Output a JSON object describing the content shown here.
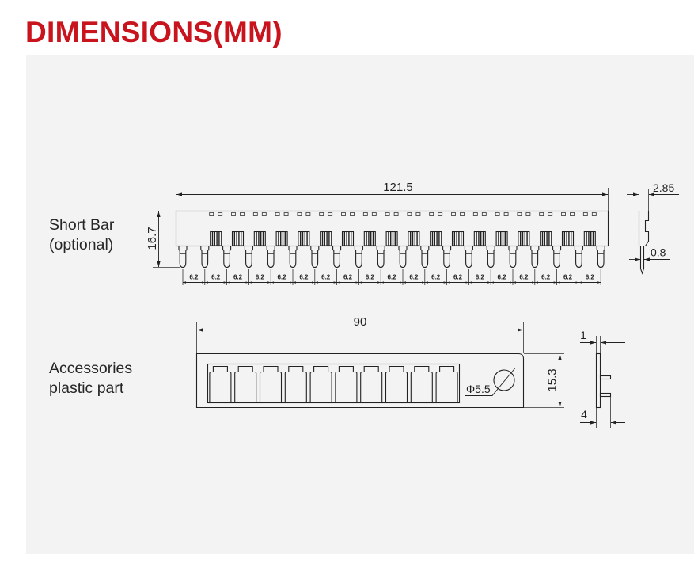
{
  "title": "DIMENSIONS(MM)",
  "colors": {
    "title": "#c9141e",
    "panel": "#f3f3f3",
    "line": "#222222"
  },
  "short_bar": {
    "label_line1": "Short Bar",
    "label_line2": "(optional)",
    "length": "121.5",
    "height": "16.7",
    "pitch_labels": [
      "6.2",
      "6.2",
      "6.2",
      "6.2",
      "6.2",
      "6.2",
      "6.2",
      "6.2",
      "6.2",
      "6.2",
      "6.2",
      "6.2",
      "6.2",
      "6.2",
      "6.2",
      "6.2",
      "6.2",
      "6.2",
      "6.2"
    ],
    "side_thickness": "2.85",
    "pin_thickness": "0.8"
  },
  "plastic_part": {
    "label_line1": "Accessories",
    "label_line2": "plastic part",
    "length": "90",
    "height": "15.3",
    "hole_diameter": "Φ5.5",
    "side_thickness": "1",
    "side_depth": "4"
  }
}
